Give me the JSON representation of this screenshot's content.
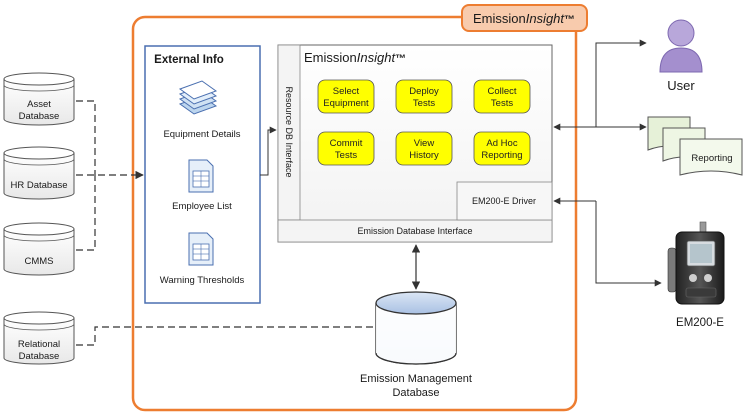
{
  "system_badge": {
    "prefix": "Emission",
    "suffix": "Insight",
    "mark": "™"
  },
  "external_info": {
    "title": "External Info",
    "items": [
      {
        "label": "Equipment Details",
        "icon": "stacked-documents-icon"
      },
      {
        "label": "Employee List",
        "icon": "spreadsheet-icon"
      },
      {
        "label": "Warning Thresholds",
        "icon": "spreadsheet-icon"
      }
    ]
  },
  "app_panel": {
    "title_prefix": "Emission",
    "title_suffix": "Insight",
    "title_mark": "™",
    "side_interface": "Resource DB Interface",
    "buttons": [
      {
        "line1": "Select",
        "line2": "Equipment"
      },
      {
        "line1": "Deploy",
        "line2": "Tests"
      },
      {
        "line1": "Collect",
        "line2": "Tests"
      },
      {
        "line1": "Commit",
        "line2": "Tests"
      },
      {
        "line1": "View",
        "line2": "History"
      },
      {
        "line1": "Ad Hoc",
        "line2": "Reporting"
      }
    ],
    "driver": "EM200-E Driver",
    "db_interface": "Emission Database Interface",
    "button_color": "#ffff00"
  },
  "left_databases": [
    {
      "line1": "Asset",
      "line2": "Database"
    },
    {
      "line1": "HR Database",
      "line2": ""
    },
    {
      "line1": "CMMS",
      "line2": ""
    },
    {
      "line1": "Relational",
      "line2": "Database"
    }
  ],
  "central_database": {
    "line1": "Emission Management",
    "line2": "Database"
  },
  "user": {
    "label": "User",
    "icon": "user-icon"
  },
  "reporting": {
    "label": "Reporting",
    "icon": "documents-icon"
  },
  "device": {
    "label": "EM200-E",
    "icon": "gas-analyzer-device-icon"
  },
  "colors": {
    "frame": "#ed7d31",
    "badge_fill": "#f8cbad",
    "accent_button": "#ffff00",
    "user_purple": "#a48fce"
  }
}
